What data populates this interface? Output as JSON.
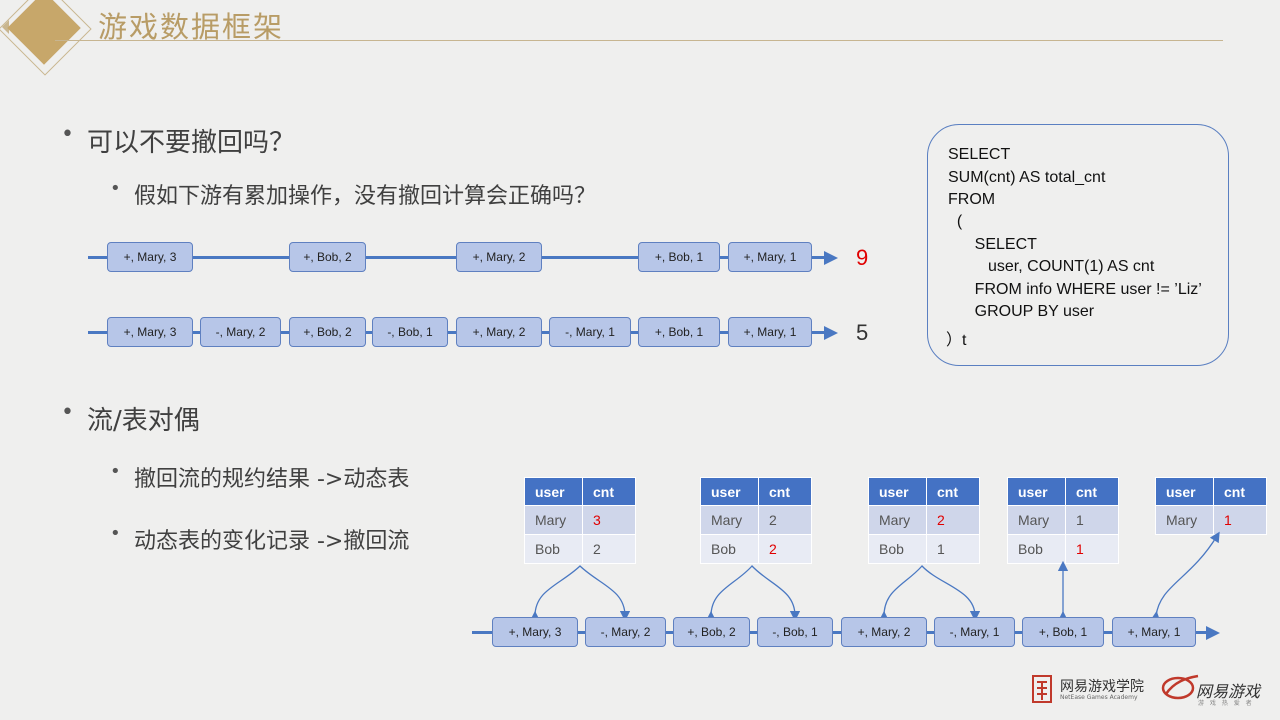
{
  "header": {
    "title": "游戏数据框架"
  },
  "bullets": {
    "q1": "可以不要撤回吗？",
    "q1_sub": "假如下游有累加操作，没有撤回计算会正确吗？",
    "q2": "流/表对偶",
    "q2_sub1": "撤回流的规约结果 ->动态表",
    "q2_sub2": "动态表的变化记录 ->撤回流"
  },
  "stream1": {
    "events": [
      "+, Mary, 3",
      "+, Bob, 2",
      "+, Mary, 2",
      "+, Bob, 1",
      "+, Mary, 1"
    ],
    "result": "9",
    "result_color": "#e00000"
  },
  "stream2": {
    "events": [
      "+, Mary, 3",
      "-, Mary, 2",
      "+, Bob, 2",
      "-, Bob, 1",
      "+, Mary, 2",
      "-, Mary, 1",
      "+, Bob, 1",
      "+, Mary, 1"
    ],
    "result": "5"
  },
  "sql": {
    "lines": [
      "SELECT",
      "SUM(cnt) AS total_cnt",
      "FROM",
      "  (",
      "      SELECT",
      "         user, COUNT(1) AS cnt",
      "      FROM info WHERE user != ’Liz’",
      "      GROUP BY user",
      "）t"
    ]
  },
  "tables": [
    {
      "headers": [
        "user",
        "cnt"
      ],
      "rows": [
        [
          "Mary",
          "3"
        ],
        [
          "Bob",
          "2"
        ]
      ]
    },
    {
      "headers": [
        "user",
        "cnt"
      ],
      "rows": [
        [
          "Mary",
          "2"
        ],
        [
          "Bob",
          "2"
        ]
      ]
    },
    {
      "headers": [
        "user",
        "cnt"
      ],
      "rows": [
        [
          "Mary",
          "2"
        ],
        [
          "Bob",
          "1"
        ]
      ]
    },
    {
      "headers": [
        "user",
        "cnt"
      ],
      "rows": [
        [
          "Mary",
          "1"
        ],
        [
          "Bob",
          "1"
        ]
      ]
    },
    {
      "headers": [
        "user",
        "cnt"
      ],
      "rows": [
        [
          "Mary",
          "1"
        ]
      ]
    }
  ],
  "stream3": {
    "events": [
      "+, Mary, 3",
      "-, Mary, 2",
      "+, Bob, 2",
      "-, Bob, 1",
      "+, Mary, 2",
      "-, Mary, 1",
      "+, Bob, 1",
      "+, Mary, 1"
    ]
  },
  "logos": {
    "academy_name": "网易游戏学院",
    "academy_sub": "NetEase Games Academy",
    "games_name": "网易游戏",
    "games_sub": "游 戏 热 爱 者"
  },
  "colors": {
    "accent_gold": "#b89c66",
    "stream_blue": "#4a78c2",
    "table_header": "#4472c4",
    "highlight_red": "#e00000"
  }
}
